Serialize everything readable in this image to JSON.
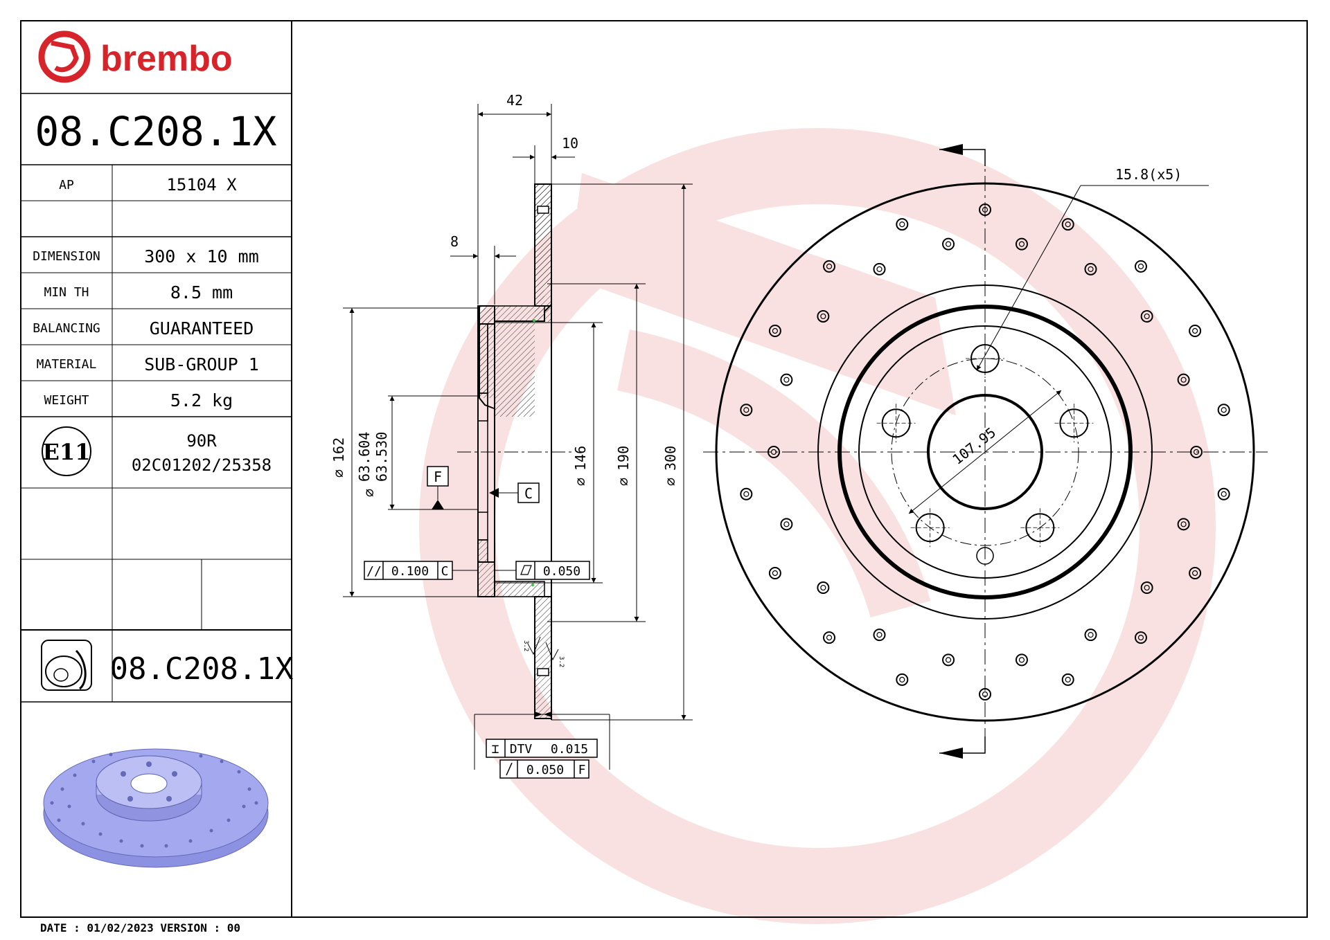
{
  "brand": {
    "name": "brembo",
    "color": "#d6242a"
  },
  "title_block": {
    "part_number": "08.C208.1X",
    "ap_label": "AP",
    "ap_value": "15104 X",
    "rows": [
      {
        "label": "DIMENSION",
        "value": "300 x 10 mm"
      },
      {
        "label": "MIN TH",
        "value": "8.5 mm"
      },
      {
        "label": "BALANCING",
        "value": "GUARANTEED"
      },
      {
        "label": "MATERIAL",
        "value": "SUB-GROUP 1"
      },
      {
        "label": "WEIGHT",
        "value": "5.2 kg"
      }
    ],
    "cert_mark": "E11",
    "cert_line1": "90R",
    "cert_line2": "02C01202/25358",
    "footer_part_number": "08.C208.1X"
  },
  "footer": {
    "date_version": "DATE : 01/02/2023 VERSION : 00"
  },
  "dimensions": {
    "width_total": "42",
    "disc_thickness": "10",
    "hat_thickness": "8",
    "dia_162": "162",
    "dia_63_604": "63.604",
    "dia_63_530": "63.530",
    "dia_146": "146",
    "dia_190": "190",
    "dia_300": "300",
    "holes": "15.8(x5)",
    "pcd": "107.95",
    "rough_a": "3.2",
    "rough_b": "3.2"
  },
  "datums": {
    "f": "F",
    "c": "C"
  },
  "tolerances": {
    "parallel_value": "0.100",
    "parallel_ref": "C",
    "flat_value": "0.050",
    "dtv_label": "DTV",
    "dtv_value": "0.015",
    "runout_value": "0.050",
    "runout_ref": "F"
  },
  "colors": {
    "line": "#000000",
    "watermark": "#f7dcdc",
    "render_fill": "#9a9ee8"
  }
}
